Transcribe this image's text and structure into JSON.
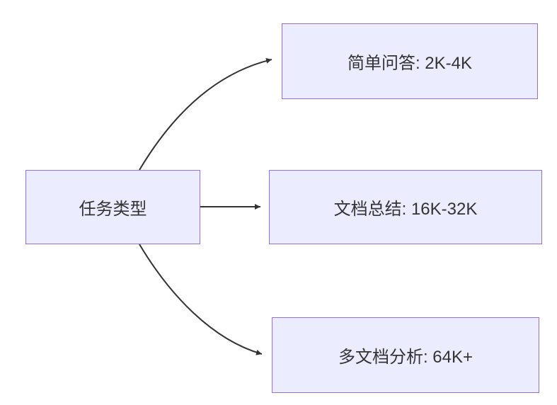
{
  "diagram": {
    "root": {
      "label": "任务类型"
    },
    "nodes": [
      {
        "label": "简单问答: 2K-4K"
      },
      {
        "label": "文档总结: 16K-32K"
      },
      {
        "label": "多文档分析: 64K+"
      }
    ],
    "colors": {
      "node_fill": "#ECECFF",
      "node_border": "#9370DB",
      "arrow": "#333333"
    }
  }
}
